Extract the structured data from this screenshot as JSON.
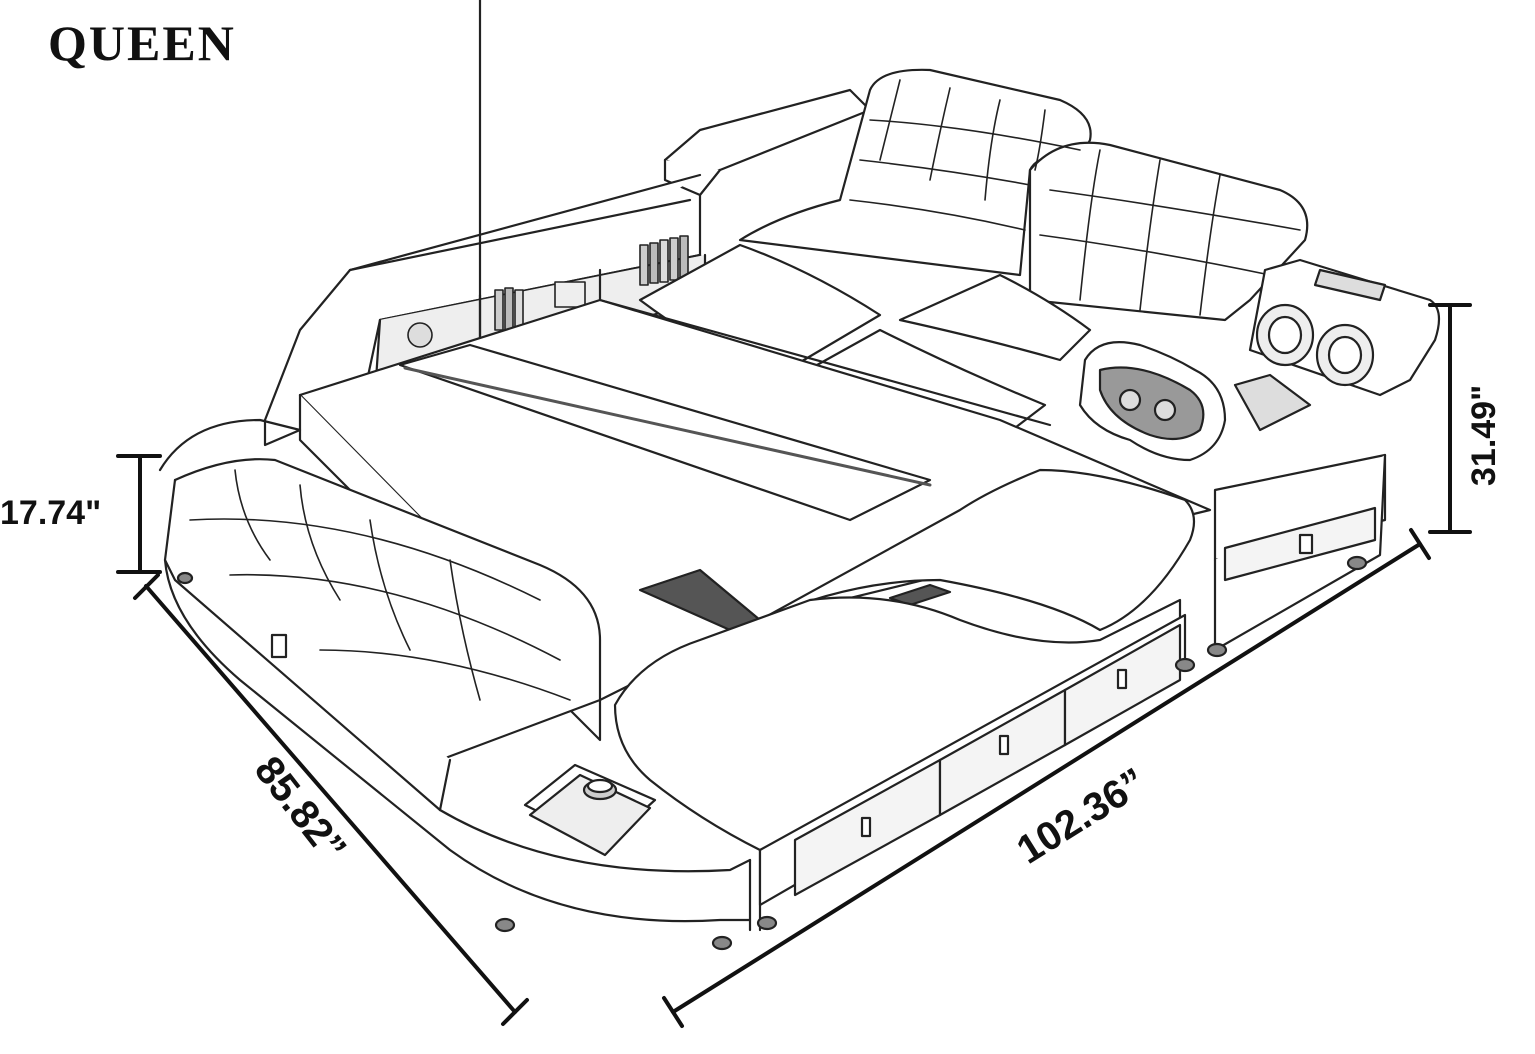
{
  "title": "QUEEN",
  "dimensions": {
    "height_bed": "17.74\"",
    "height_headboard": "31.49\"",
    "width": "85.82”",
    "length": "102.36”"
  },
  "colors": {
    "line": "#222222",
    "background": "#ffffff",
    "shade": "#d9d9d9"
  },
  "icons": {
    "bed": "multifunction-bed-illustration",
    "speaker": "speaker-icon",
    "massager": "massager-icon",
    "control": "control-panel-icon"
  }
}
